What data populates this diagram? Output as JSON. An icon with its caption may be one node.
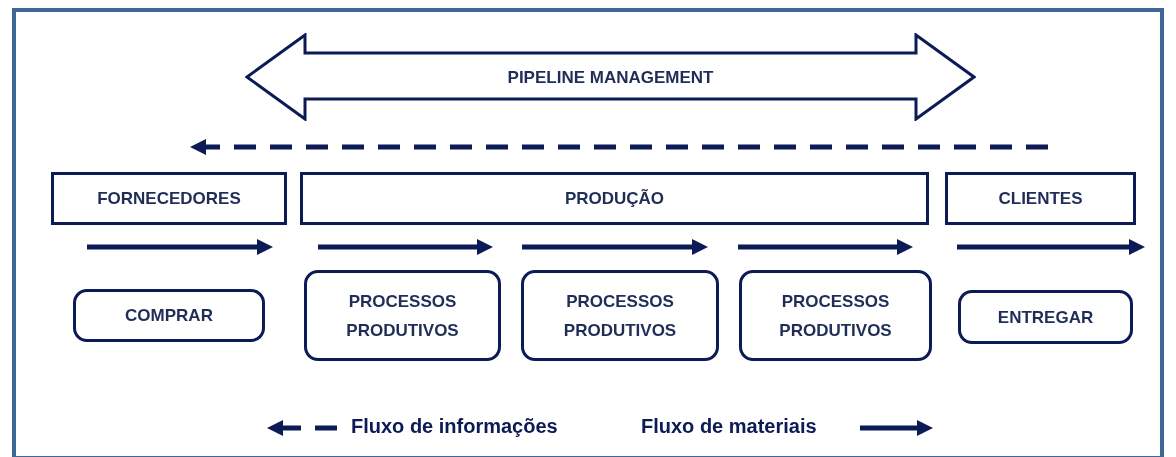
{
  "diagram": {
    "nodes": [
      {
        "text": [
          "PIPELINE MANAGEMENT"
        ]
      },
      {
        "text": [
          "FORNECEDORES"
        ]
      },
      {
        "text": [
          "PRODUÇÃO"
        ]
      },
      {
        "text": [
          "CLIENTES"
        ]
      },
      {
        "text": [
          "COMPRAR"
        ]
      },
      {
        "text": [
          "PROCESSOS PRODUTIVOS"
        ]
      },
      {
        "text": [
          "PROCESSOS PRODUTIVOS"
        ]
      },
      {
        "text": [
          "PROCESSOS PRODUTIVOS"
        ]
      },
      {
        "text": [
          "ENTREGAR"
        ]
      }
    ],
    "legend": [
      {
        "text": "Fluxo de informações"
      },
      {
        "text": "Fluxo de materiais"
      }
    ]
  }
}
